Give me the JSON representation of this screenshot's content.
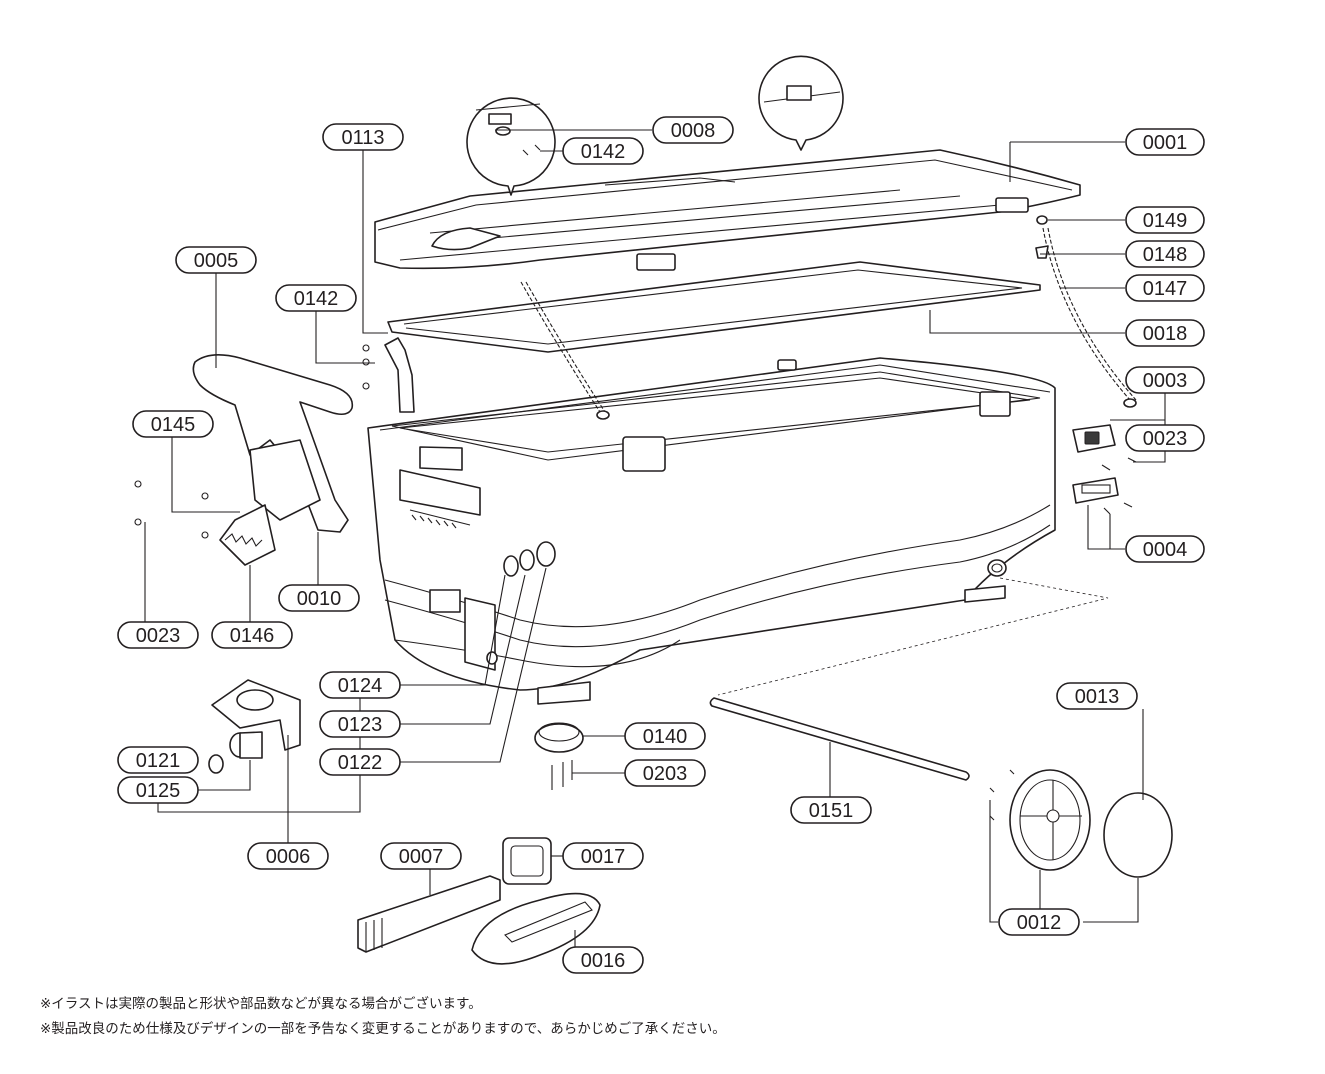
{
  "callouts": {
    "c0001": "0001",
    "c0003": "0003",
    "c0004": "0004",
    "c0005": "0005",
    "c0006": "0006",
    "c0007": "0007",
    "c0008": "0008",
    "c0010": "0010",
    "c0012": "0012",
    "c0013": "0013",
    "c0016": "0016",
    "c0017": "0017",
    "c0018": "0018",
    "c0023a": "0023",
    "c0023b": "0023",
    "c0113": "0113",
    "c0121": "0121",
    "c0122": "0122",
    "c0123": "0123",
    "c0124": "0124",
    "c0125": "0125",
    "c0140": "0140",
    "c0142a": "0142",
    "c0142b": "0142",
    "c0145": "0145",
    "c0146": "0146",
    "c0147": "0147",
    "c0148": "0148",
    "c0149": "0149",
    "c0151": "0151",
    "c0203": "0203"
  },
  "notes": {
    "line1": "※イラストは実際の製品と形状や部品数などが異なる場合がございます。",
    "line2": "※製品改良のため仕様及びデザインの一部を予告なく変更することがありますので、あらかじめご了承ください。"
  }
}
